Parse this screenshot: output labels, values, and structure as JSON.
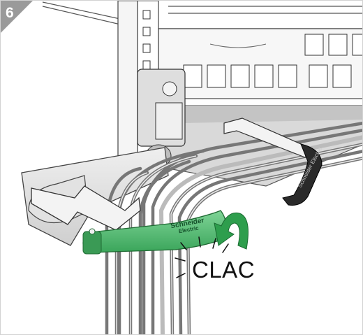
{
  "step": {
    "number": "6"
  },
  "sound_label": "CLAC",
  "strap": {
    "brand": "Schneider",
    "brand_line2": "Electric"
  },
  "colors": {
    "strap_green": "#4fb86e",
    "arrow_green": "#2e9e4d",
    "black_strap": "#2a2a2a",
    "badge_gray": "#9a9a9a"
  },
  "icons": [
    "green-arrow-icon",
    "sound-burst-icon"
  ]
}
